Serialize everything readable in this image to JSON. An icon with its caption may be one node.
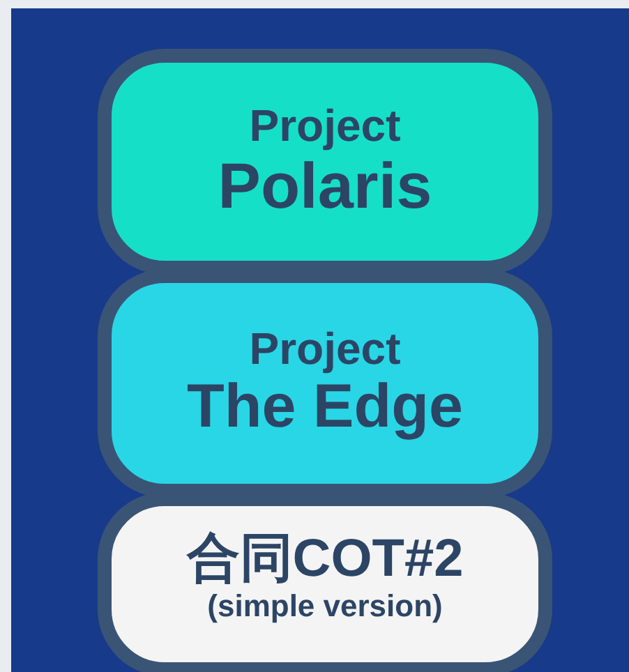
{
  "diagram": {
    "nodes": [
      {
        "text": [
          "Project",
          "Polaris"
        ]
      },
      {
        "text": [
          "Project",
          "The Edge"
        ]
      },
      {
        "text": [
          "合同COT#2",
          "(simple version)"
        ]
      }
    ]
  }
}
